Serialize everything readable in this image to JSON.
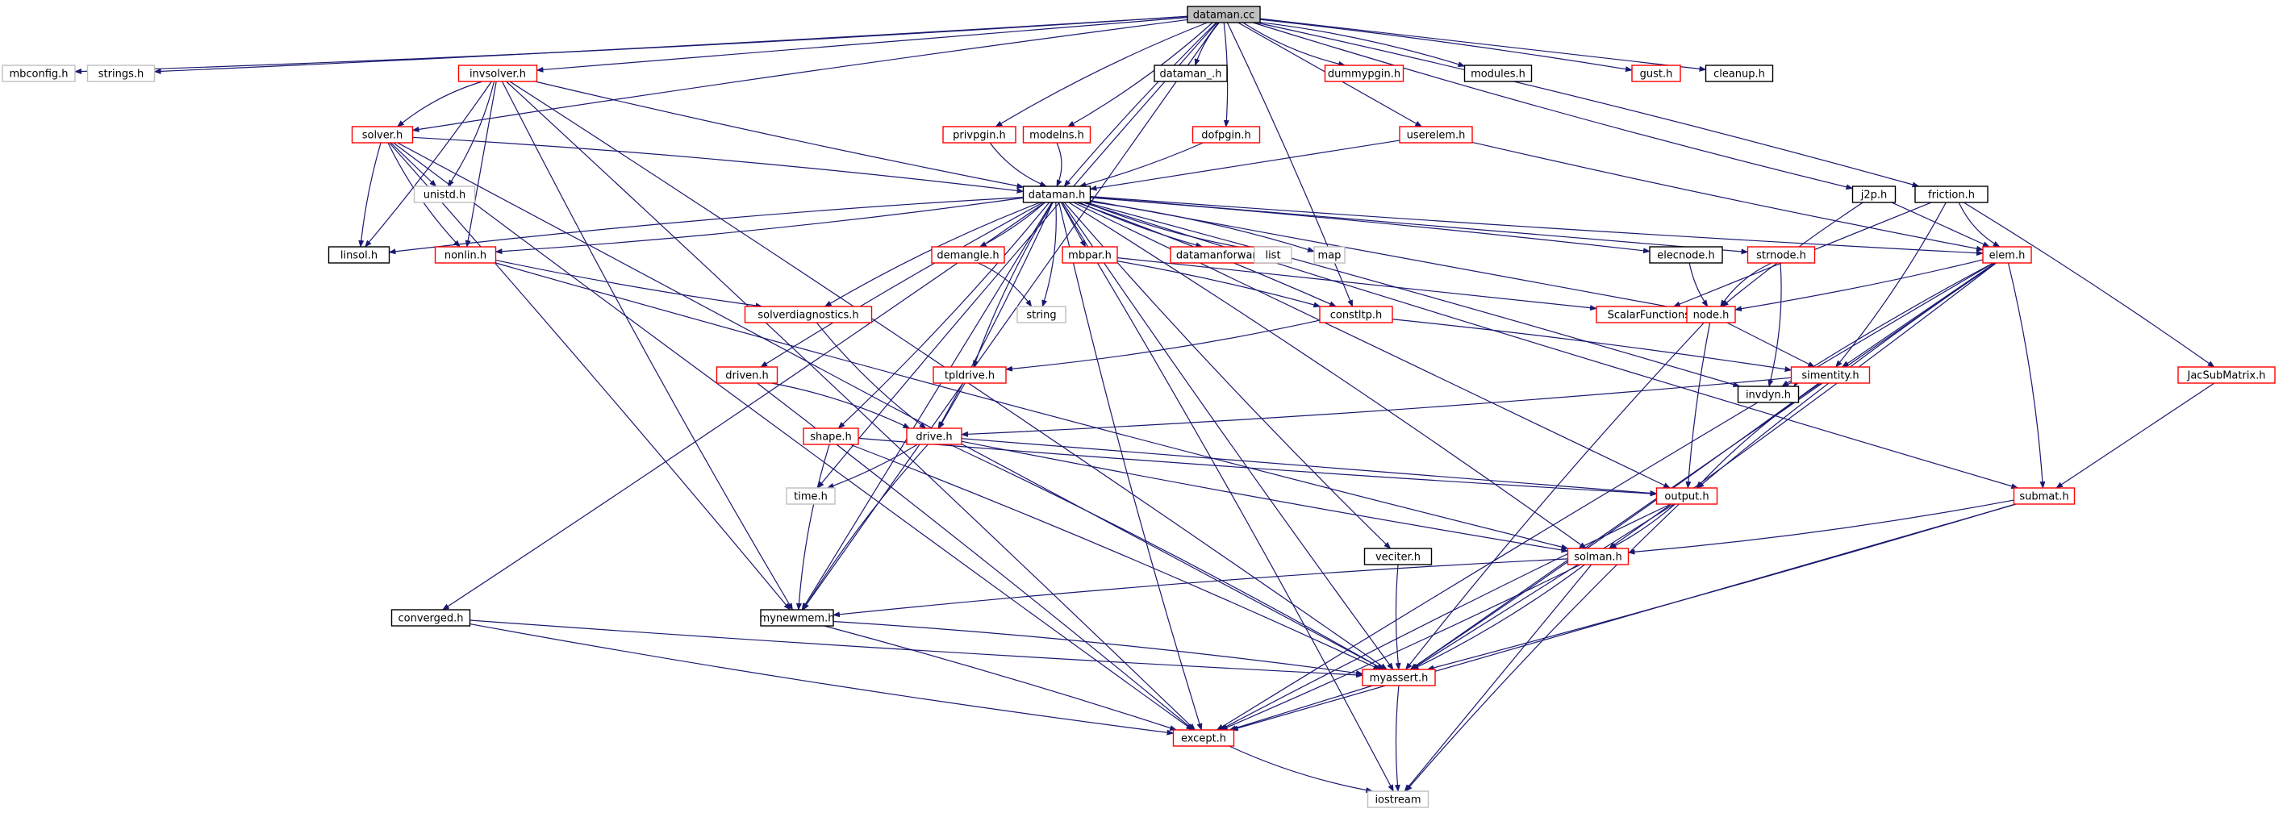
{
  "colors": {
    "edge": "#191970",
    "border_default": "#000000",
    "border_system": "#bfbfbf",
    "border_truncated": "#ff0000",
    "root_fill": "#bfbfbf",
    "node_fill": "#ffffff",
    "text": "#000000"
  },
  "nodes": [
    {
      "id": "dataman_cc",
      "label": "dataman.cc",
      "kind": "root"
    },
    {
      "id": "mbconfig_h",
      "label": "mbconfig.h",
      "kind": "system"
    },
    {
      "id": "strings_h",
      "label": "strings.h",
      "kind": "system"
    },
    {
      "id": "invsolver_h",
      "label": "invsolver.h",
      "kind": "truncated"
    },
    {
      "id": "dataman__h",
      "label": "dataman_.h",
      "kind": "normal"
    },
    {
      "id": "dummypgin_h",
      "label": "dummypgin.h",
      "kind": "truncated"
    },
    {
      "id": "modules_h",
      "label": "modules.h",
      "kind": "normal"
    },
    {
      "id": "gust_h",
      "label": "gust.h",
      "kind": "truncated"
    },
    {
      "id": "cleanup_h",
      "label": "cleanup.h",
      "kind": "normal"
    },
    {
      "id": "solver_h",
      "label": "solver.h",
      "kind": "truncated"
    },
    {
      "id": "privpgin_h",
      "label": "privpgin.h",
      "kind": "truncated"
    },
    {
      "id": "modelns_h",
      "label": "modelns.h",
      "kind": "truncated"
    },
    {
      "id": "dofpgin_h",
      "label": "dofpgin.h",
      "kind": "truncated"
    },
    {
      "id": "userelem_h",
      "label": "userelem.h",
      "kind": "truncated"
    },
    {
      "id": "unistd_h",
      "label": "unistd.h",
      "kind": "system"
    },
    {
      "id": "dataman_h",
      "label": "dataman.h",
      "kind": "normal"
    },
    {
      "id": "j2p_h",
      "label": "j2p.h",
      "kind": "normal"
    },
    {
      "id": "friction_h",
      "label": "friction.h",
      "kind": "normal"
    },
    {
      "id": "linsol_h",
      "label": "linsol.h",
      "kind": "normal"
    },
    {
      "id": "nonlin_h",
      "label": "nonlin.h",
      "kind": "truncated"
    },
    {
      "id": "demangle_h",
      "label": "demangle.h",
      "kind": "truncated"
    },
    {
      "id": "mbpar_h",
      "label": "mbpar.h",
      "kind": "truncated"
    },
    {
      "id": "datamanforward_h",
      "label": "datamanforward.h",
      "kind": "truncated"
    },
    {
      "id": "list",
      "label": "list",
      "kind": "system"
    },
    {
      "id": "map",
      "label": "map",
      "kind": "system"
    },
    {
      "id": "elecnode_h",
      "label": "elecnode.h",
      "kind": "normal"
    },
    {
      "id": "strnode_h",
      "label": "strnode.h",
      "kind": "truncated"
    },
    {
      "id": "elem_h",
      "label": "elem.h",
      "kind": "truncated"
    },
    {
      "id": "solverdiagnostics_h",
      "label": "solverdiagnostics.h",
      "kind": "truncated"
    },
    {
      "id": "string",
      "label": "string",
      "kind": "system"
    },
    {
      "id": "constltp_h",
      "label": "constltp.h",
      "kind": "truncated"
    },
    {
      "id": "scalarfunctions_h",
      "label": "ScalarFunctions.h",
      "kind": "truncated"
    },
    {
      "id": "node_h",
      "label": "node.h",
      "kind": "truncated"
    },
    {
      "id": "driven_h",
      "label": "driven.h",
      "kind": "truncated"
    },
    {
      "id": "tpldrive_h",
      "label": "tpldrive.h",
      "kind": "truncated"
    },
    {
      "id": "simentity_h",
      "label": "simentity.h",
      "kind": "truncated"
    },
    {
      "id": "jacsubmatrix_h",
      "label": "JacSubMatrix.h",
      "kind": "truncated"
    },
    {
      "id": "invdyn_h",
      "label": "invdyn.h",
      "kind": "normal"
    },
    {
      "id": "shape_h",
      "label": "shape.h",
      "kind": "truncated"
    },
    {
      "id": "drive_h",
      "label": "drive.h",
      "kind": "truncated"
    },
    {
      "id": "time_h",
      "label": "time.h",
      "kind": "system"
    },
    {
      "id": "output_h",
      "label": "output.h",
      "kind": "truncated"
    },
    {
      "id": "submat_h",
      "label": "submat.h",
      "kind": "truncated"
    },
    {
      "id": "veciter_h",
      "label": "veciter.h",
      "kind": "normal"
    },
    {
      "id": "solman_h",
      "label": "solman.h",
      "kind": "truncated"
    },
    {
      "id": "converged_h",
      "label": "converged.h",
      "kind": "normal"
    },
    {
      "id": "mynewmem_h",
      "label": "mynewmem.h",
      "kind": "normal"
    },
    {
      "id": "myassert_h",
      "label": "myassert.h",
      "kind": "truncated"
    },
    {
      "id": "except_h",
      "label": "except.h",
      "kind": "truncated"
    },
    {
      "id": "iostream",
      "label": "iostream",
      "kind": "system"
    }
  ],
  "edges": [
    [
      "dataman_cc",
      "mbconfig_h"
    ],
    [
      "dataman_cc",
      "strings_h"
    ],
    [
      "dataman_cc",
      "invsolver_h"
    ],
    [
      "dataman_cc",
      "dataman__h"
    ],
    [
      "dataman_cc",
      "dummypgin_h"
    ],
    [
      "dataman_cc",
      "modules_h"
    ],
    [
      "dataman_cc",
      "gust_h"
    ],
    [
      "dataman_cc",
      "cleanup_h"
    ],
    [
      "dataman_cc",
      "solver_h"
    ],
    [
      "dataman_cc",
      "privpgin_h"
    ],
    [
      "dataman_cc",
      "modelns_h"
    ],
    [
      "dataman_cc",
      "dofpgin_h"
    ],
    [
      "dataman_cc",
      "userelem_h"
    ],
    [
      "dataman_cc",
      "dataman_h"
    ],
    [
      "dataman_cc",
      "j2p_h"
    ],
    [
      "dataman_cc",
      "friction_h"
    ],
    [
      "dataman_cc",
      "constltp_h"
    ],
    [
      "dataman_cc",
      "mynewmem_h"
    ],
    [
      "dataman_cc",
      "time_h"
    ],
    [
      "invsolver_h",
      "solver_h"
    ],
    [
      "invsolver_h",
      "unistd_h"
    ],
    [
      "invsolver_h",
      "linsol_h"
    ],
    [
      "invsolver_h",
      "nonlin_h"
    ],
    [
      "invsolver_h",
      "dataman_h"
    ],
    [
      "invsolver_h",
      "mynewmem_h"
    ],
    [
      "invsolver_h",
      "myassert_h"
    ],
    [
      "invsolver_h",
      "except_h"
    ],
    [
      "solver_h",
      "unistd_h"
    ],
    [
      "solver_h",
      "linsol_h"
    ],
    [
      "solver_h",
      "nonlin_h"
    ],
    [
      "solver_h",
      "dataman_h"
    ],
    [
      "solver_h",
      "mynewmem_h"
    ],
    [
      "solver_h",
      "myassert_h"
    ],
    [
      "solver_h",
      "except_h"
    ],
    [
      "privpgin_h",
      "dataman_h"
    ],
    [
      "modelns_h",
      "dataman_h"
    ],
    [
      "dofpgin_h",
      "dataman_h"
    ],
    [
      "userelem_h",
      "dataman_h"
    ],
    [
      "userelem_h",
      "elem_h"
    ],
    [
      "dataman_h",
      "linsol_h"
    ],
    [
      "dataman_h",
      "nonlin_h"
    ],
    [
      "dataman_h",
      "demangle_h"
    ],
    [
      "dataman_h",
      "mbpar_h"
    ],
    [
      "dataman_h",
      "datamanforward_h"
    ],
    [
      "dataman_h",
      "list"
    ],
    [
      "dataman_h",
      "map"
    ],
    [
      "dataman_h",
      "elecnode_h"
    ],
    [
      "dataman_h",
      "strnode_h"
    ],
    [
      "dataman_h",
      "elem_h"
    ],
    [
      "dataman_h",
      "solverdiagnostics_h"
    ],
    [
      "dataman_h",
      "string"
    ],
    [
      "dataman_h",
      "constltp_h"
    ],
    [
      "dataman_h",
      "node_h"
    ],
    [
      "dataman_h",
      "driven_h"
    ],
    [
      "dataman_h",
      "tpldrive_h"
    ],
    [
      "dataman_h",
      "shape_h"
    ],
    [
      "dataman_h",
      "drive_h"
    ],
    [
      "dataman_h",
      "output_h"
    ],
    [
      "dataman_h",
      "submat_h"
    ],
    [
      "dataman_h",
      "veciter_h"
    ],
    [
      "dataman_h",
      "solman_h"
    ],
    [
      "dataman_h",
      "converged_h"
    ],
    [
      "dataman_h",
      "mynewmem_h"
    ],
    [
      "dataman_h",
      "myassert_h"
    ],
    [
      "dataman_h",
      "except_h"
    ],
    [
      "dataman_h",
      "iostream"
    ],
    [
      "dataman_h",
      "invdyn_h"
    ],
    [
      "j2p_h",
      "elem_h"
    ],
    [
      "j2p_h",
      "node_h"
    ],
    [
      "friction_h",
      "elem_h"
    ],
    [
      "friction_h",
      "simentity_h"
    ],
    [
      "friction_h",
      "jacsubmatrix_h"
    ],
    [
      "friction_h",
      "scalarfunctions_h"
    ],
    [
      "nonlin_h",
      "solverdiagnostics_h"
    ],
    [
      "nonlin_h",
      "solman_h"
    ],
    [
      "demangle_h",
      "string"
    ],
    [
      "mbpar_h",
      "constltp_h"
    ],
    [
      "mbpar_h",
      "scalarfunctions_h"
    ],
    [
      "elecnode_h",
      "node_h"
    ],
    [
      "strnode_h",
      "node_h"
    ],
    [
      "strnode_h",
      "invdyn_h"
    ],
    [
      "elem_h",
      "node_h"
    ],
    [
      "elem_h",
      "simentity_h"
    ],
    [
      "elem_h",
      "invdyn_h"
    ],
    [
      "elem_h",
      "output_h"
    ],
    [
      "elem_h",
      "submat_h"
    ],
    [
      "elem_h",
      "solman_h"
    ],
    [
      "elem_h",
      "myassert_h"
    ],
    [
      "elem_h",
      "except_h"
    ],
    [
      "solverdiagnostics_h",
      "drive_h"
    ],
    [
      "constltp_h",
      "tpldrive_h"
    ],
    [
      "constltp_h",
      "simentity_h"
    ],
    [
      "node_h",
      "simentity_h"
    ],
    [
      "node_h",
      "output_h"
    ],
    [
      "node_h",
      "myassert_h"
    ],
    [
      "driven_h",
      "drive_h"
    ],
    [
      "driven_h",
      "except_h"
    ],
    [
      "tpldrive_h",
      "drive_h"
    ],
    [
      "simentity_h",
      "invdyn_h"
    ],
    [
      "simentity_h",
      "output_h"
    ],
    [
      "simentity_h",
      "drive_h"
    ],
    [
      "simentity_h",
      "myassert_h"
    ],
    [
      "jacsubmatrix_h",
      "submat_h"
    ],
    [
      "shape_h",
      "output_h"
    ],
    [
      "shape_h",
      "mynewmem_h"
    ],
    [
      "shape_h",
      "myassert_h"
    ],
    [
      "drive_h",
      "time_h"
    ],
    [
      "drive_h",
      "output_h"
    ],
    [
      "drive_h",
      "solman_h"
    ],
    [
      "drive_h",
      "mynewmem_h"
    ],
    [
      "drive_h",
      "myassert_h"
    ],
    [
      "output_h",
      "solman_h"
    ],
    [
      "output_h",
      "myassert_h"
    ],
    [
      "output_h",
      "except_h"
    ],
    [
      "output_h",
      "iostream"
    ],
    [
      "submat_h",
      "solman_h"
    ],
    [
      "submat_h",
      "myassert_h"
    ],
    [
      "submat_h",
      "except_h"
    ],
    [
      "veciter_h",
      "myassert_h"
    ],
    [
      "solman_h",
      "mynewmem_h"
    ],
    [
      "solman_h",
      "myassert_h"
    ],
    [
      "solman_h",
      "except_h"
    ],
    [
      "solman_h",
      "iostream"
    ],
    [
      "converged_h",
      "myassert_h"
    ],
    [
      "converged_h",
      "except_h"
    ],
    [
      "mynewmem_h",
      "myassert_h"
    ],
    [
      "mynewmem_h",
      "except_h"
    ],
    [
      "myassert_h",
      "except_h"
    ],
    [
      "myassert_h",
      "iostream"
    ],
    [
      "except_h",
      "iostream"
    ]
  ]
}
